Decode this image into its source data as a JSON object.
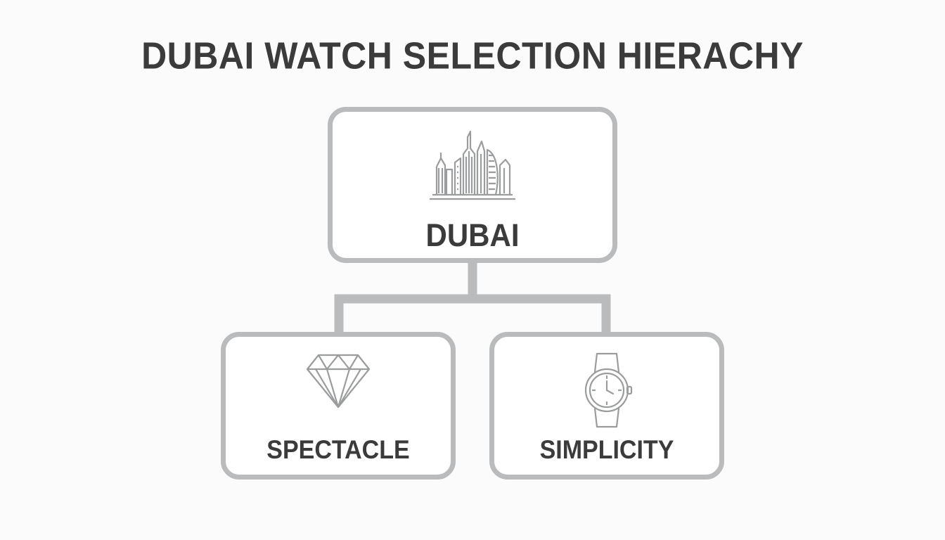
{
  "title": "DUBAI WATCH SELECTION HIERACHY",
  "colors": {
    "background": "#fbfbfb",
    "box_border": "#b9bbbc",
    "text": "#3b3b3b",
    "icon_stroke": "#9a9c9d"
  },
  "nodes": {
    "root": {
      "label": "DUBAI",
      "icon": "city-skyline-icon"
    },
    "left": {
      "label": "SPECTACLE",
      "icon": "diamond-icon"
    },
    "right": {
      "label": "SIMPLICITY",
      "icon": "wristwatch-icon"
    }
  }
}
